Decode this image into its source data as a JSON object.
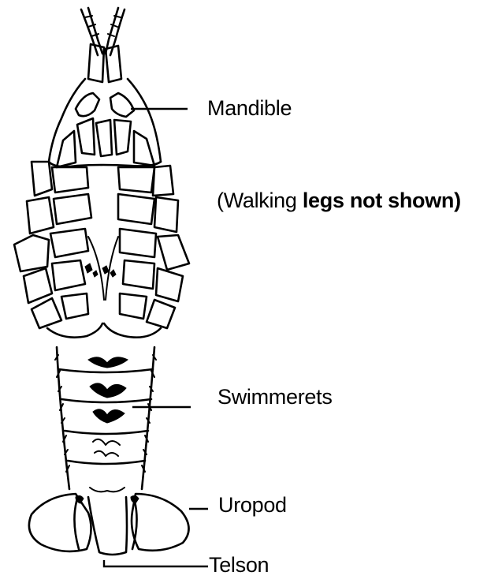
{
  "diagram": {
    "labels": {
      "mandible": "Mandible",
      "note_prefix": "(Walking ",
      "note_suffix": "legs not shown)",
      "swimmerets": "Swimmerets",
      "uropod": "Uropod",
      "telson": "Telson"
    }
  }
}
